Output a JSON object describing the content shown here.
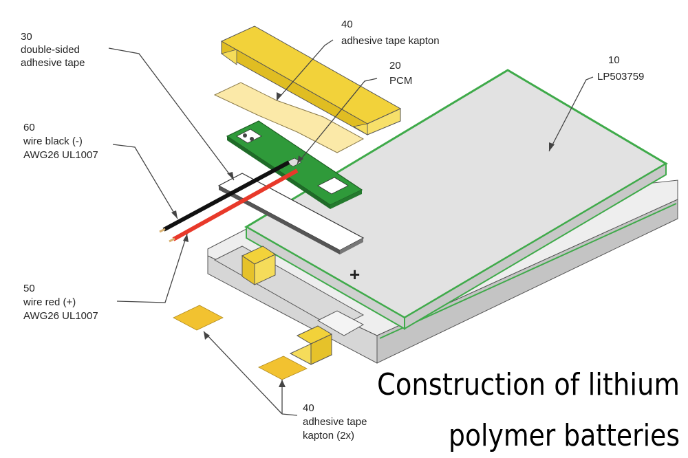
{
  "labels": {
    "tape30": {
      "number": "30",
      "line1": "double-sided",
      "line2": "adhesive tape"
    },
    "kapton40_top": {
      "number": "40",
      "line1": "adhesive tape kapton"
    },
    "pcm20": {
      "number": "20",
      "line1": "PCM"
    },
    "cell10": {
      "number": "10",
      "line1": "LP503759"
    },
    "wire60": {
      "number": "60",
      "line1": "wire black (-)",
      "line2": "AWG26 UL1007"
    },
    "wire50": {
      "number": "50",
      "line1": "wire red (+)",
      "line2": "AWG26 UL1007"
    },
    "kapton40_bottom": {
      "number": "40",
      "line1": "adhesive tape",
      "line2": "kapton (2x)"
    }
  },
  "polarity_mark": "+",
  "caption": {
    "line1": "Construction of lithium",
    "line2": "polymer batteries"
  },
  "colors": {
    "kapton_tape": "#f2d23a",
    "adhesive_tape": "#fbe9a8",
    "pcm_board": "#2f9a3a",
    "cell_body": "#e2e2e2",
    "cell_edge": "#3faa4a",
    "wire_black": "#111111",
    "wire_red": "#e8392a"
  }
}
